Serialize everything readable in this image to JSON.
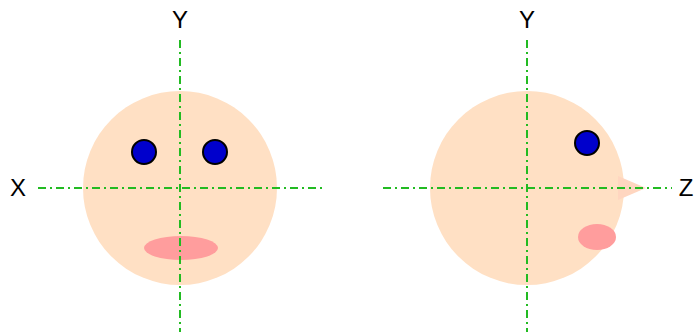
{
  "diagram": {
    "labels": [
      "Y",
      "X",
      "Y",
      "Z"
    ]
  }
}
